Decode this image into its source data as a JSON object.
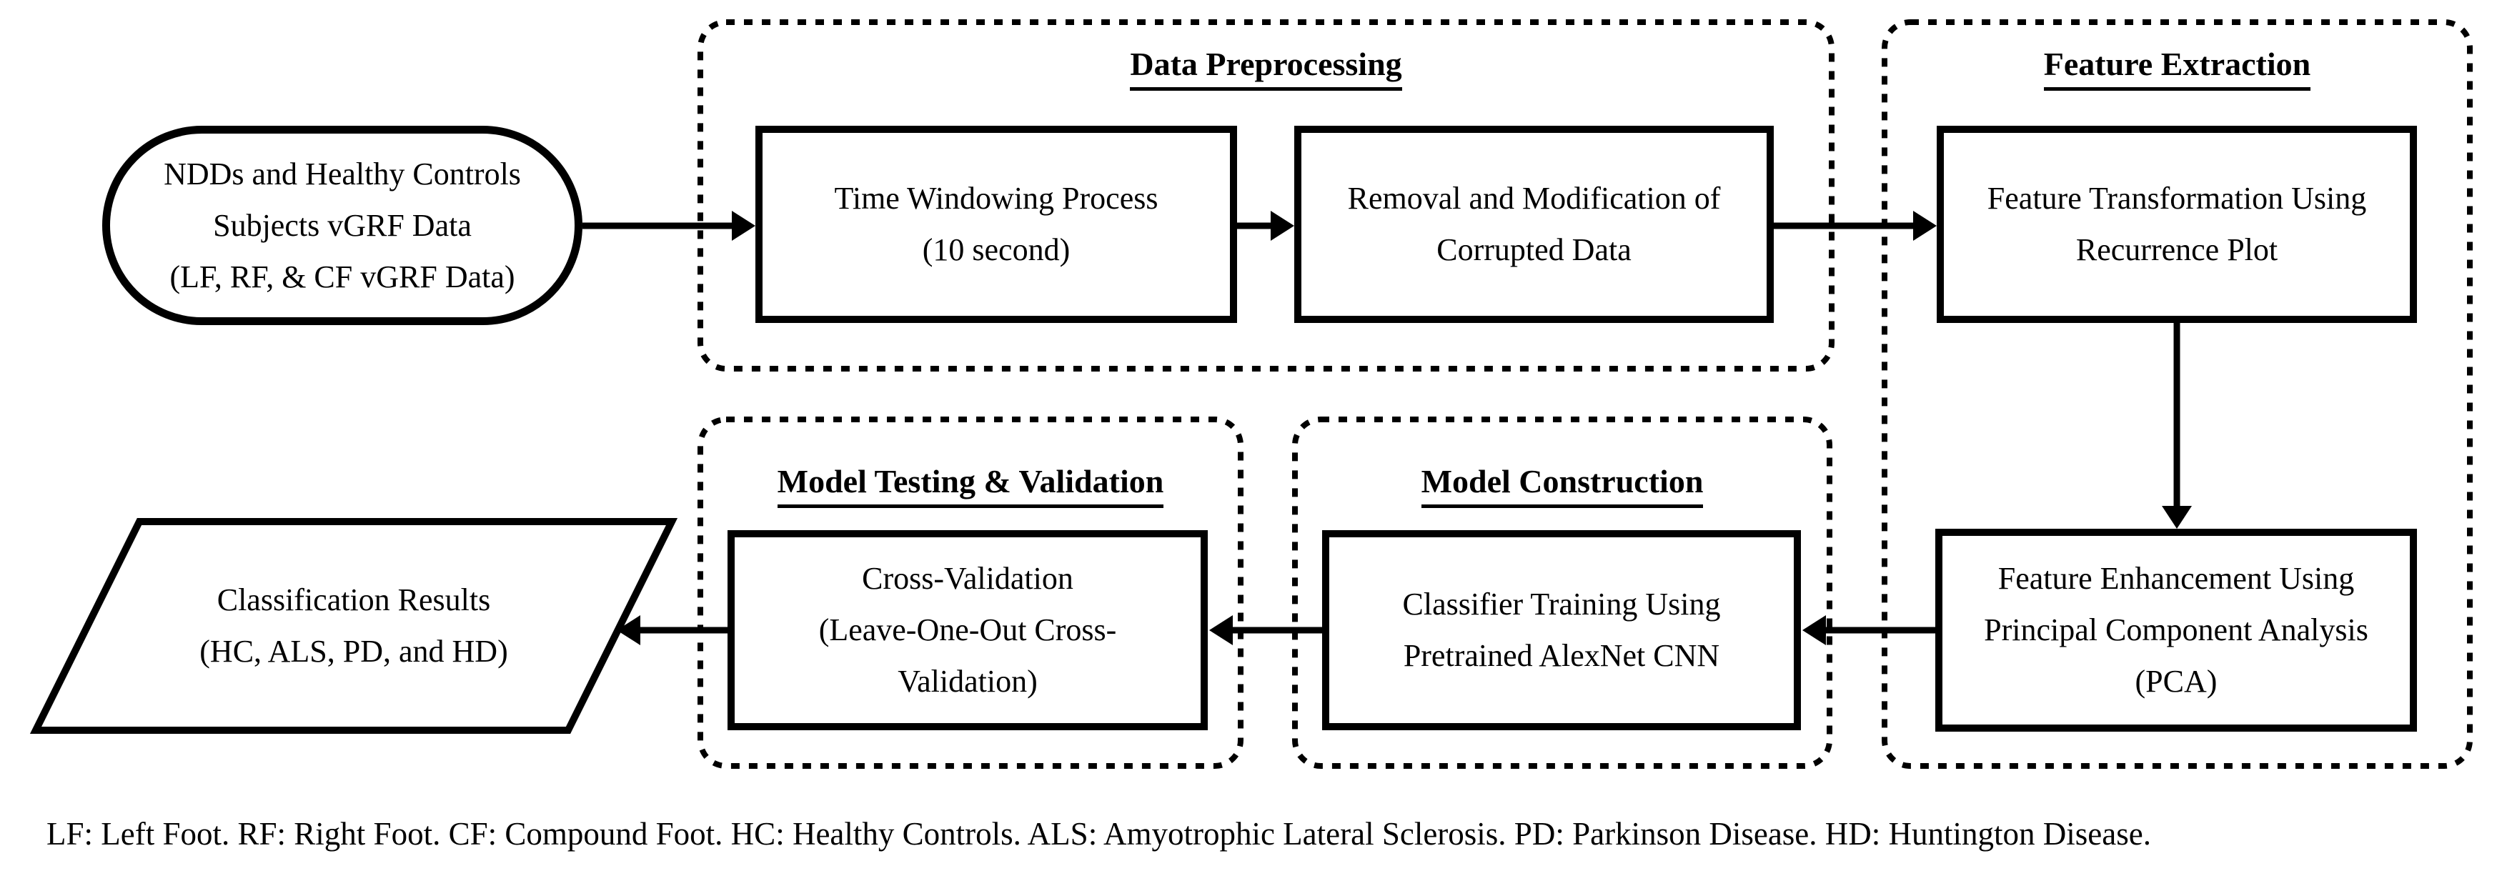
{
  "diagram": {
    "type": "flowchart",
    "colors": {
      "ink": "#000000",
      "paper": "#ffffff"
    },
    "nodes": {
      "input": {
        "shape": "stadium",
        "lines": [
          "NDDs and Healthy Controls",
          "Subjects vGRF Data",
          "(LF, RF, & CF vGRF Data)"
        ]
      },
      "time_windowing": {
        "shape": "process",
        "lines": [
          "Time Windowing Process",
          "(10 second)"
        ]
      },
      "removal": {
        "shape": "process",
        "lines": [
          "Removal and Modification of",
          "Corrupted Data"
        ]
      },
      "feature_transformation": {
        "shape": "process",
        "lines": [
          "Feature Transformation Using",
          "Recurrence Plot"
        ]
      },
      "feature_enhancement": {
        "shape": "process",
        "lines": [
          "Feature Enhancement Using",
          "Principal Component Analysis",
          "(PCA)"
        ]
      },
      "classifier_training": {
        "shape": "process",
        "lines": [
          "Classifier Training Using",
          "Pretrained AlexNet CNN"
        ]
      },
      "cross_validation": {
        "shape": "process",
        "lines": [
          "Cross-Validation",
          "(Leave-One-Out Cross-",
          "Validation)"
        ]
      },
      "classification_results": {
        "shape": "parallelogram",
        "lines": [
          "Classification Results",
          "(HC, ALS, PD, and HD)"
        ]
      }
    },
    "containers": {
      "data_preprocessing": {
        "title": "Data Preprocessing",
        "contains": [
          "time_windowing",
          "removal"
        ]
      },
      "feature_extraction": {
        "title": "Feature Extraction",
        "contains": [
          "feature_transformation",
          "feature_enhancement"
        ]
      },
      "model_construction": {
        "title": "Model Construction",
        "contains": [
          "classifier_training"
        ]
      },
      "model_testing_validation": {
        "title": "Model Testing & Validation",
        "contains": [
          "cross_validation"
        ]
      }
    },
    "edges": [
      {
        "from": "input",
        "to": "time_windowing",
        "direction": "right"
      },
      {
        "from": "time_windowing",
        "to": "removal",
        "direction": "right"
      },
      {
        "from": "removal",
        "to": "feature_transformation",
        "direction": "right"
      },
      {
        "from": "feature_transformation",
        "to": "feature_enhancement",
        "direction": "down"
      },
      {
        "from": "feature_enhancement",
        "to": "classifier_training",
        "direction": "left"
      },
      {
        "from": "classifier_training",
        "to": "cross_validation",
        "direction": "left"
      },
      {
        "from": "cross_validation",
        "to": "classification_results",
        "direction": "left"
      }
    ],
    "caption": "LF: Left Foot. RF: Right Foot. CF: Compound Foot. HC: Healthy Controls. ALS: Amyotrophic Lateral Sclerosis. PD: Parkinson Disease. HD: Huntington Disease."
  }
}
